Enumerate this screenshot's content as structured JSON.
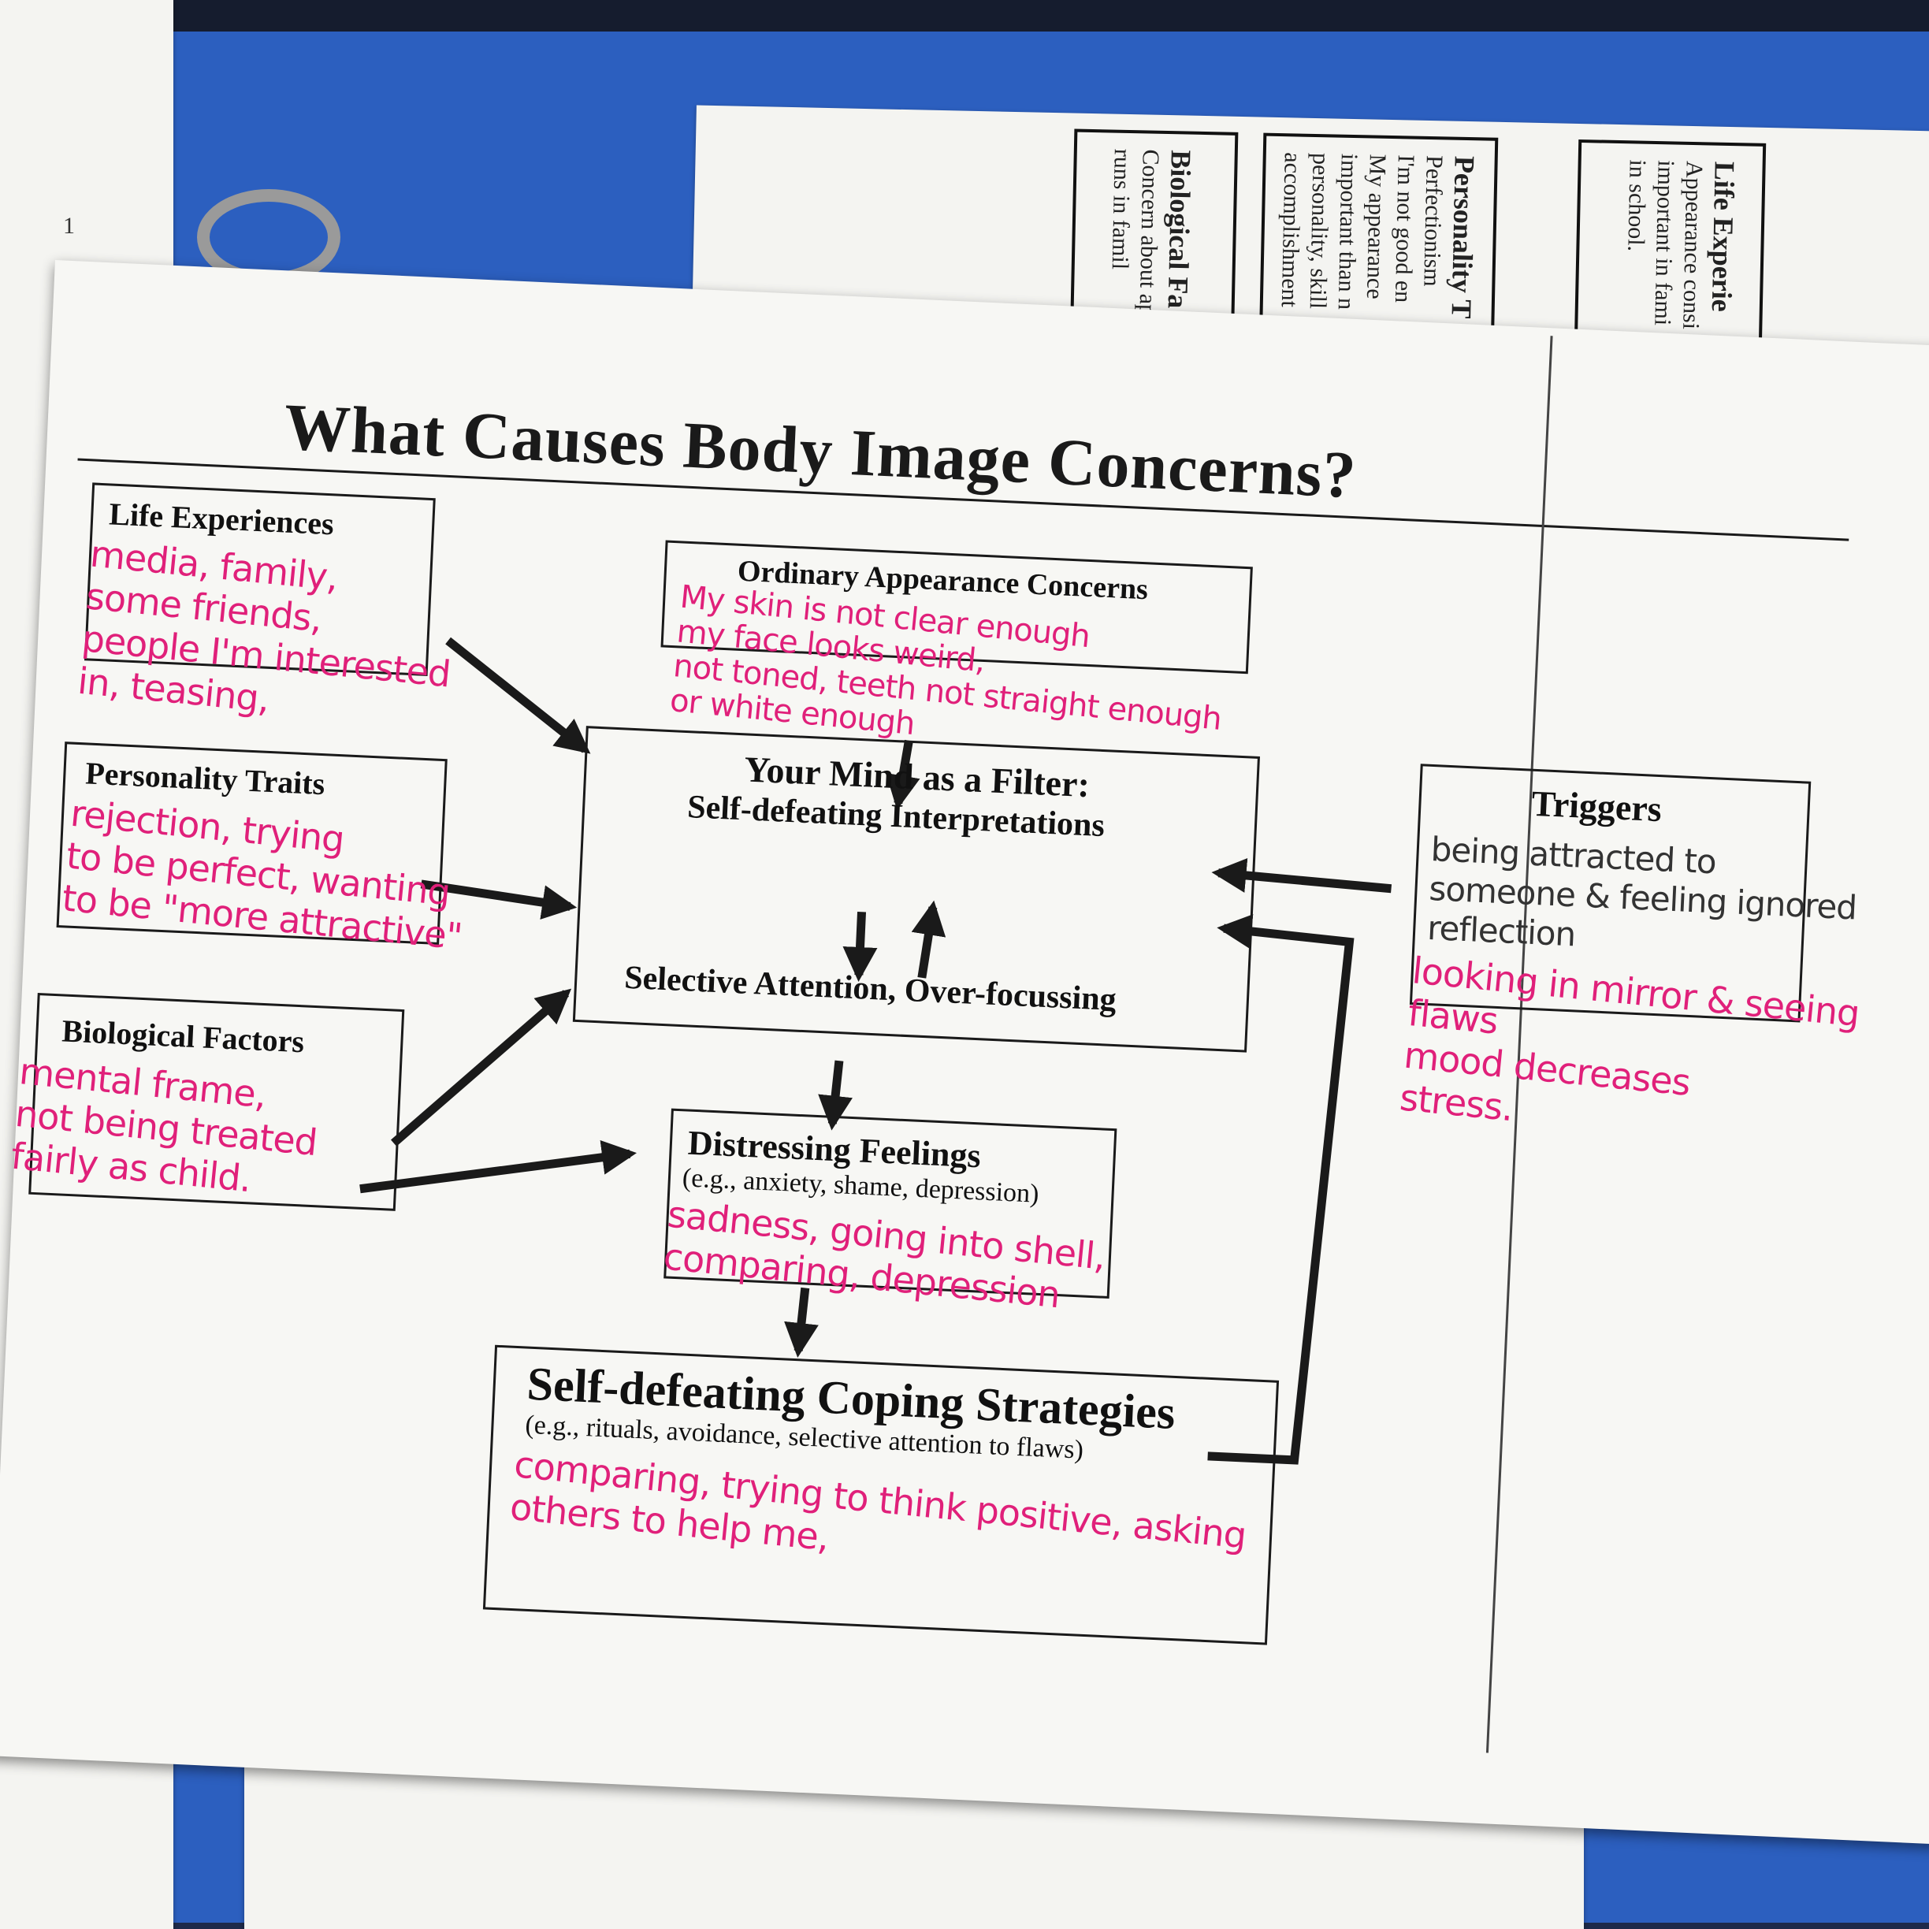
{
  "background": {
    "page_number": "1",
    "back_sheet": {
      "col1_title": "Life Experie",
      "col1_text": "Appearance consi\nimportant in fami\nin school.",
      "col2_title": "Personality T",
      "col2_text": "Perfectionism\nI'm not good en\nMy appearance\nimportant than n\npersonality, skill\naccomplishment",
      "col3_title": "Biological Fa",
      "col3_text": "Concern about app\nruns in famil"
    }
  },
  "diagram": {
    "title": "What Causes Body Image Concerns?",
    "life_experiences": {
      "heading": "Life Experiences",
      "note": "media, family,\nsome friends,\npeople I'm interested\nin, teasing,"
    },
    "personality_traits": {
      "heading": "Personality Traits",
      "note": "rejection, trying\nto be perfect, wanting\nto be \"more attractive\""
    },
    "biological_factors": {
      "heading": "Biological Factors",
      "note": "mental frame,\nnot being treated\nfairly as child."
    },
    "ordinary_concerns": {
      "heading": "Ordinary Appearance Concerns",
      "note": "My skin is not clear enough\nmy face looks weird,\nnot toned, teeth not straight enough\nor white enough"
    },
    "mind_filter": {
      "heading": "Your Mind as a Filter:",
      "subheading": "Self-defeating Interpretations",
      "bottom": "Selective Attention, Over-focussing"
    },
    "triggers": {
      "heading": "Triggers",
      "note_dark": "being attracted to\nsomeone & feeling ignored\nreflection",
      "note": "looking in mirror & seeing\nflaws\nmood decreases\nstress."
    },
    "distressing_feelings": {
      "heading": "Distressing Feelings",
      "subheading": "(e.g., anxiety, shame, depression)",
      "note": "sadness, going into shell,\ncomparing, depression"
    },
    "coping": {
      "heading": "Self-defeating Coping Strategies",
      "subheading": "(e.g., rituals, avoidance, selective attention to flaws)",
      "note": "comparing, trying to think positive, asking\nothers to help me,"
    }
  },
  "colors": {
    "ink": "#1a1a1a",
    "pen": "#e0207a",
    "binder": "#2c5fbf"
  }
}
